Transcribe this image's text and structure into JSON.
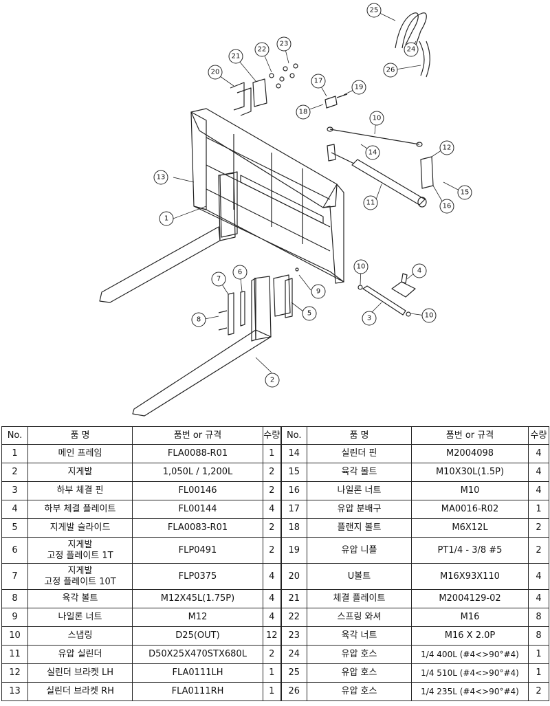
{
  "callouts": [
    "1",
    "2",
    "3",
    "4",
    "5",
    "6",
    "7",
    "8",
    "9",
    "10",
    "10",
    "11",
    "12",
    "13",
    "14",
    "15",
    "16",
    "17",
    "18",
    "19",
    "20",
    "21",
    "22",
    "23",
    "24",
    "25",
    "26"
  ],
  "table": {
    "headers": {
      "no": "No.",
      "name": "품    명",
      "spec": "품번 or 규격",
      "qty": "수량"
    },
    "rows": [
      {
        "left": {
          "no": "1",
          "name": "메인 프레임",
          "spec": "FLA0088-R01",
          "qty": "1"
        },
        "right": {
          "no": "14",
          "name": "실린더 핀",
          "spec": "M2004098",
          "qty": "4"
        }
      },
      {
        "left": {
          "no": "2",
          "name": "지게발",
          "spec": "1,050L / 1,200L",
          "qty": "2"
        },
        "right": {
          "no": "15",
          "name": "육각 볼트",
          "spec": "M10X30L(1.5P)",
          "qty": "4"
        }
      },
      {
        "left": {
          "no": "3",
          "name": "하부 체결 핀",
          "spec": "FL00146",
          "qty": "2"
        },
        "right": {
          "no": "16",
          "name": "나일론 너트",
          "spec": "M10",
          "qty": "4"
        }
      },
      {
        "left": {
          "no": "4",
          "name": "하부 체결 플레이트",
          "spec": "FL00144",
          "qty": "4"
        },
        "right": {
          "no": "17",
          "name": "유압 분배구",
          "spec": "MA0016-R02",
          "qty": "1"
        }
      },
      {
        "left": {
          "no": "5",
          "name": "지게발 슬라이드",
          "spec": "FLA0083-R01",
          "qty": "2"
        },
        "right": {
          "no": "18",
          "name": "플랜지 볼트",
          "spec": "M6X12L",
          "qty": "2"
        }
      },
      {
        "left": {
          "no": "6",
          "name1": "지게발",
          "name2": "고정 플레이트 1T",
          "spec": "FLP0491",
          "qty": "2"
        },
        "right": {
          "no": "19",
          "name": "유압 니플",
          "spec": "PT1/4 - 3/8 #5",
          "qty": "2"
        }
      },
      {
        "left": {
          "no": "7",
          "name1": "지게발",
          "name2": "고정 플레이트 10T",
          "spec": "FLP0375",
          "qty": "4"
        },
        "right": {
          "no": "20",
          "name": "U볼트",
          "spec": "M16X93X110",
          "qty": "4"
        }
      },
      {
        "left": {
          "no": "8",
          "name": "육각 볼트",
          "spec": "M12X45L(1.75P)",
          "qty": "4"
        },
        "right": {
          "no": "21",
          "name": "체결 플레이트",
          "spec": "M2004129-02",
          "qty": "4"
        }
      },
      {
        "left": {
          "no": "9",
          "name": "나일론 너트",
          "spec": "M12",
          "qty": "4"
        },
        "right": {
          "no": "22",
          "name": "스프링 와셔",
          "spec": "M16",
          "qty": "8"
        }
      },
      {
        "left": {
          "no": "10",
          "name": "스냅링",
          "spec": "D25(OUT)",
          "qty": "12"
        },
        "right": {
          "no": "23",
          "name": "육각 너트",
          "spec": "M16 X 2.0P",
          "qty": "8"
        }
      },
      {
        "left": {
          "no": "11",
          "name": "유압 실린더",
          "spec": "D50X25X470STX680L",
          "qty": "2"
        },
        "right": {
          "no": "24",
          "name": "유압 호스",
          "spec": "1/4 400L (#4<>90°#4)",
          "qty": "1"
        }
      },
      {
        "left": {
          "no": "12",
          "name": "실린더 브라켓 LH",
          "spec": "FLA0111LH",
          "qty": "1"
        },
        "right": {
          "no": "25",
          "name": "유압 호스",
          "spec": "1/4 510L (#4<>90°#4)",
          "qty": "1"
        }
      },
      {
        "left": {
          "no": "13",
          "name": "실린더 브라켓 RH",
          "spec": "FLA0111RH",
          "qty": "1"
        },
        "right": {
          "no": "26",
          "name": "유압 호스",
          "spec": "1/4 235L (#4<>90°#4)",
          "qty": "2"
        }
      }
    ]
  }
}
